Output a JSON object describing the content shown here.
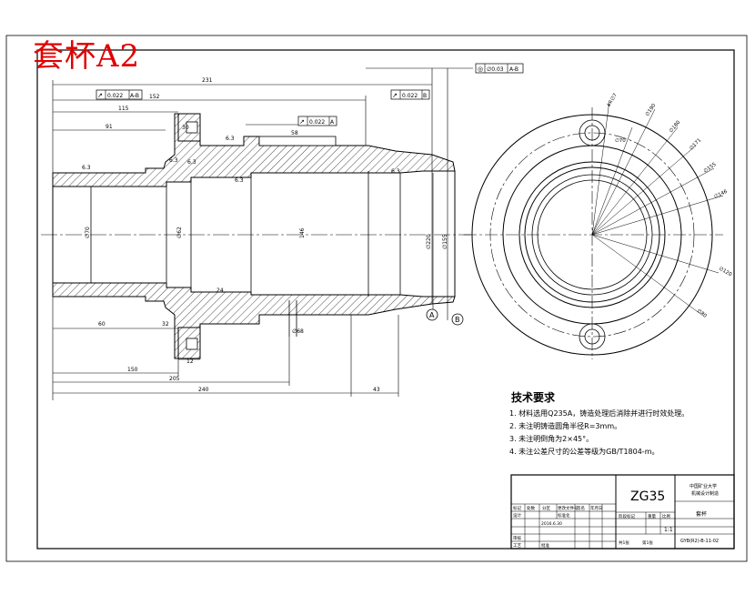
{
  "sheet_title": "套杯A2",
  "material_code": "ZG35",
  "tech_requirements": {
    "heading": "技术要求",
    "items": [
      "1. 材料选用Q235A，铸造处理后消除并进行时效处理。",
      "2. 未注明铸造圆角半径R=3mm。",
      "3. 未注明倒角为2×45°。",
      "4. 未注公差尺寸的公差等级为GB/T1804-m。"
    ]
  },
  "tolerance_frames": {
    "top": {
      "symbol": "◎",
      "value": "∅0.03",
      "ref": "A-B"
    },
    "left": {
      "symbol": "↗",
      "value": "0.022",
      "ref": "A-B"
    },
    "right": {
      "symbol": "↗",
      "value": "0.022",
      "ref": "B"
    },
    "mid": {
      "symbol": "↗",
      "value": "0.022",
      "ref": "A"
    }
  },
  "datums": [
    "A",
    "B"
  ],
  "dimensions": {
    "top": [
      "231",
      "152",
      "115",
      "91",
      "58",
      "6.3",
      "30",
      "6.3"
    ],
    "bottom": [
      "60",
      "32",
      "12",
      "150",
      "205",
      "240",
      "43",
      "24",
      "∅68"
    ],
    "left_diam": [
      "∅70",
      "∅62",
      "146",
      "∅220",
      "∅155"
    ],
    "roughness": [
      "6.3",
      "6.3",
      "6.3",
      "6.3"
    ]
  },
  "circle_view_labels": [
    "4×∅7",
    "∅190",
    "∅180",
    "∅171",
    "∅155",
    "∅146",
    "∅120",
    "∅80",
    "∅70"
  ],
  "title_block": {
    "school": "中国矿业大学",
    "dept": "机械设计制造",
    "drawing_no": "GYB(R2)-B-11-02",
    "scale": "1:1",
    "part_name": "套杯",
    "labels_row1": [
      "标记",
      "处数",
      "分区",
      "更改文件号",
      "签名",
      "年月日"
    ],
    "labels_row2": [
      "设计",
      "",
      "标准化",
      "",
      "",
      ""
    ],
    "labels_row3": [
      "审核"
    ],
    "labels_row4": [
      "工艺",
      "",
      "批准"
    ],
    "stage_labels": [
      "阶段标记",
      "重量",
      "比例"
    ],
    "sheet_labels": [
      "共1张",
      "第1张"
    ],
    "date": "2016.6.30"
  }
}
